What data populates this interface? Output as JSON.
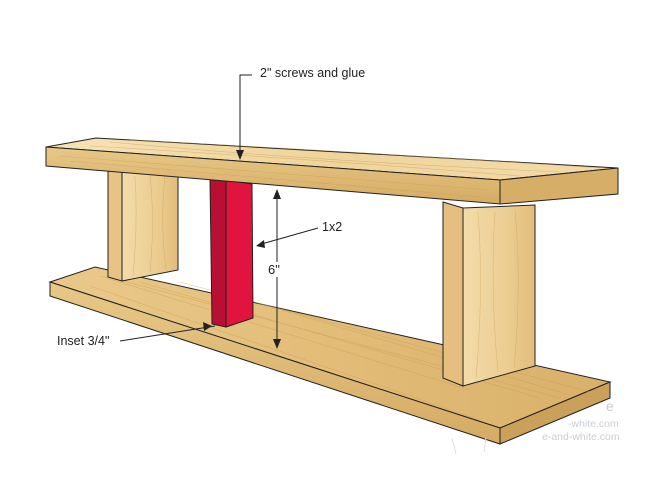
{
  "annotations": {
    "screws": "2\" screws and glue",
    "board": "1x2",
    "height": "6\"",
    "inset": "Inset 3/4\""
  },
  "watermark": {
    "line1": "e",
    "line2": "-white.com",
    "line3": "e-and-white.com"
  },
  "colors": {
    "wood_light": "#f2d9a4",
    "wood_mid": "#e3bd78",
    "wood_dark": "#c9a05a",
    "accent_red": "#e0143e",
    "line": "#222222"
  }
}
